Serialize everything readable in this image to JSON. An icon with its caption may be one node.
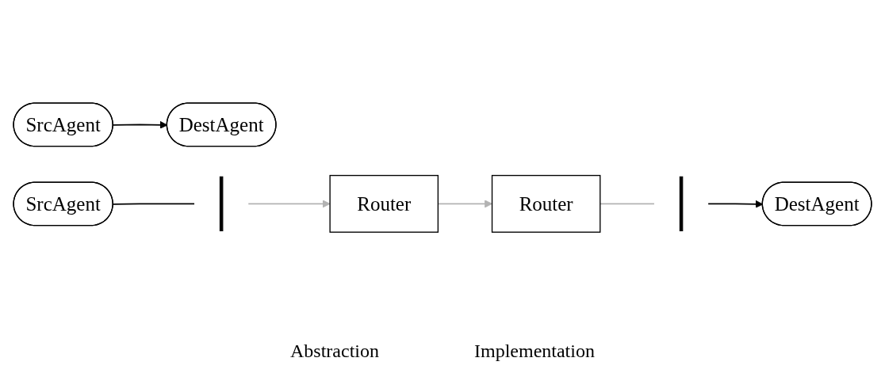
{
  "diagram": {
    "nodes": [
      {
        "text": [
          "SrcAgent"
        ]
      },
      {
        "text": [
          "DestAgent"
        ]
      },
      {
        "text": [
          "SrcAgent"
        ]
      },
      {
        "text": [],
        "shape": "bar"
      },
      {
        "text": [
          "Router"
        ]
      },
      {
        "text": [
          "Router"
        ]
      },
      {
        "text": [],
        "shape": "bar"
      },
      {
        "text": [
          "DestAgent"
        ]
      }
    ],
    "edges": [
      {
        "from": 0,
        "to": 1,
        "arrow": "to"
      },
      {
        "from": 2,
        "to": 3,
        "arrow": "none"
      },
      {
        "from": 3,
        "to": 4,
        "arrow": "to",
        "color": "#b3b3b3"
      },
      {
        "from": 4,
        "to": 5,
        "arrow": "to",
        "color": "#b3b3b3"
      },
      {
        "from": 5,
        "to": 6,
        "arrow": "none",
        "color": "#b3b3b3"
      },
      {
        "from": 6,
        "to": 7,
        "arrow": "to"
      }
    ],
    "labels": [
      "Abstraction",
      "Implementation"
    ]
  }
}
